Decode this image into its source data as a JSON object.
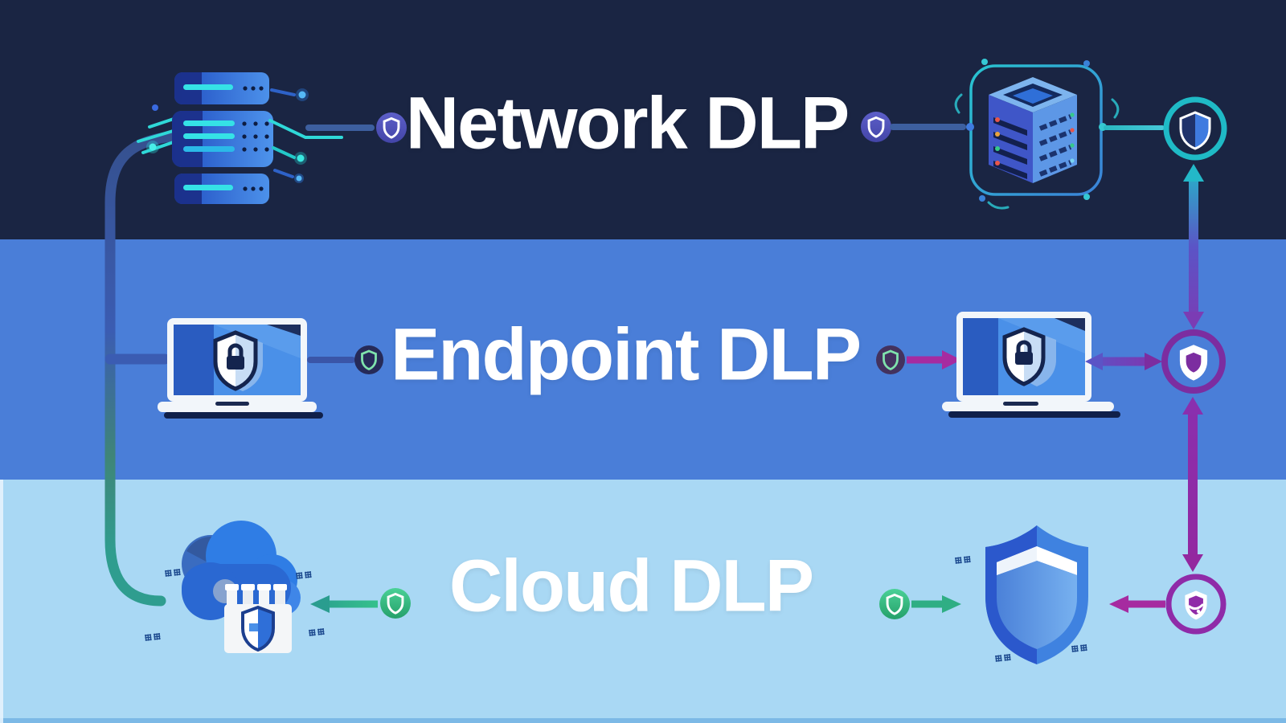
{
  "diagram": {
    "rows": [
      {
        "id": "network-dlp",
        "label": "Network DLP"
      },
      {
        "id": "endpoint-dlp",
        "label": "Endpoint DLP"
      },
      {
        "id": "cloud-dlp",
        "label": "Cloud DLP"
      }
    ],
    "icons": {
      "left_network": "server-stack-icon",
      "right_network": "isometric-server-icon",
      "left_endpoint": "laptop-shield-lock-icon",
      "right_endpoint": "laptop-shield-lock-icon",
      "left_cloud": "cloud-fortress-lock-icon",
      "right_cloud": "blue-shield-icon",
      "badges": "shield-badge-icon"
    },
    "palette": {
      "band_top": "#1a2543",
      "band_middle": "#4a7ed8",
      "band_bottom": "#a9d8f4",
      "title_text": "#ffffff",
      "accent_teal": "#23b8c8",
      "accent_green": "#2fae84",
      "accent_magenta": "#a62ba0",
      "accent_purple": "#8f2ba8",
      "accent_indigo": "#4c4db4",
      "accent_mint": "#7fe3ad",
      "connector_blue": "#3b5cb2"
    }
  }
}
